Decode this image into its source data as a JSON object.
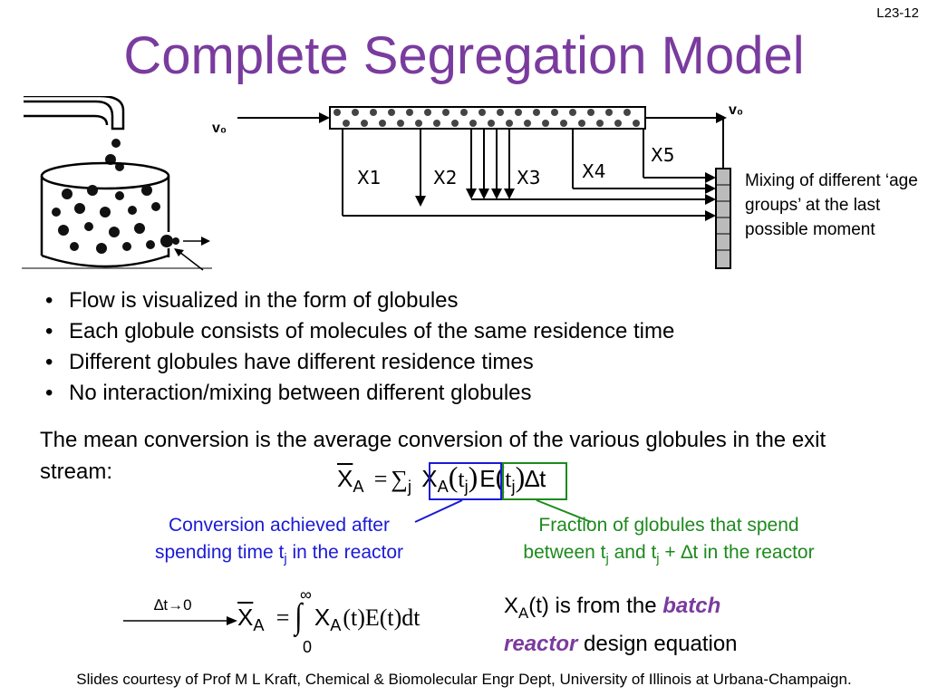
{
  "slide_number": "L23-12",
  "title": "Complete Segregation Model",
  "diagram": {
    "inlet_label": "v₀",
    "outlet_label": "v₀",
    "stream_labels": [
      "X1",
      "X2",
      "X3",
      "X4",
      "X5"
    ],
    "mixing_note": "Mixing of different ‘age groups’ at the last possible moment"
  },
  "bullets": [
    "Flow is visualized in the form of globules",
    "Each globule consists of molecules of the same residence time",
    "Different globules have different residence times",
    "No interaction/mixing between different globules"
  ],
  "mean_conversion_text": "The mean conversion is the average conversion of the various globules in the exit stream:",
  "equations": {
    "discrete": {
      "lhs": "X",
      "lhs_sub": "A",
      "equals": "=",
      "sum": "∑",
      "sum_sub": "j",
      "x": "X",
      "x_sub": "A",
      "t": "t",
      "t_sub": "j",
      "e": "E",
      "dt": "∆t"
    },
    "integral": {
      "limit_label": "∆t→0",
      "lhs": "X",
      "lhs_sub": "A",
      "equals": "=",
      "upper": "∞",
      "lower": "0",
      "body": "X",
      "body_sub": "A",
      "tail": "(t)E(t)dt"
    }
  },
  "annotations": {
    "blue_caption_line1": "Conversion achieved after",
    "blue_caption_line2a": "spending time t",
    "blue_caption_line2_sub": "j",
    "blue_caption_line2b": " in the reactor",
    "green_caption_line1": "Fraction of globules that spend",
    "green_caption_line2a": "between t",
    "green_caption_sub1": "j",
    "green_caption_line2b": " and t",
    "green_caption_sub2": "j",
    "green_caption_line2c": " + ∆t in the reactor"
  },
  "batch_note": {
    "x": "X",
    "x_sub": "A",
    "text1": "(t) is from the ",
    "accent1": "batch",
    "accent2": "reactor",
    "text2": " design equation"
  },
  "footer": "Slides courtesy of Prof M L Kraft, Chemical & Biomolecular Engr Dept, University of Illinois at Urbana-Champaign.",
  "colors": {
    "title": "#7a3b9e",
    "blue": "#1a1ad6",
    "green": "#1d8a1d"
  }
}
